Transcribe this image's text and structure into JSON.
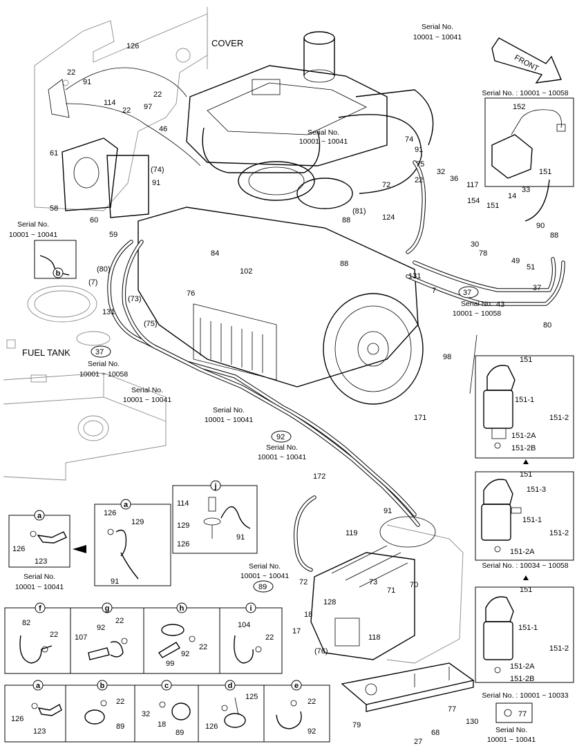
{
  "labels": {
    "cover": "COVER",
    "front": "FRONT",
    "fuel_tank": "FUEL TANK"
  },
  "serials": {
    "s_top": [
      "Serial No.",
      "10001 ~ 10041"
    ],
    "s_engine": [
      "Serial No.",
      "10001 ~ 10041"
    ],
    "s_right_top": "Serial No. : 10001 ~ 10058",
    "s_left_b": [
      "Serial No.",
      "10001 ~ 10041"
    ],
    "s_37_left": [
      "Serial No.",
      "10001 ~ 10058"
    ],
    "s_e": [
      "Serial No.",
      "10001 ~ 10041"
    ],
    "s_g": [
      "Serial No.",
      "10001 ~ 10041"
    ],
    "s_92": [
      "Serial No.",
      "10001 ~ 10041"
    ],
    "s_37_right": [
      "Serial No.",
      "10001 ~ 10058"
    ],
    "s_89": [
      "Serial No.",
      "10001 ~ 10041"
    ],
    "s_clip_a": [
      "Serial No.",
      "10001 ~ 10041"
    ],
    "s_filter_mid": "Serial No. : 10034 ~ 10058",
    "s_filter_bot": "Serial No. : 10001 ~ 10033",
    "s_77": [
      "Serial No.",
      "10001 ~ 10041"
    ]
  },
  "oval_refs": {
    "r37_left": "37",
    "r37_right": "37",
    "r92": "92",
    "r89": "89"
  },
  "part_numbers": {
    "main": [
      "126",
      "22",
      "91",
      "114",
      "22",
      "97",
      "46",
      "22",
      "61",
      "58",
      "60",
      "59",
      "(74)",
      "91",
      "(80)",
      "(7)",
      "(73)",
      "(75)",
      "131",
      "76",
      "84",
      "102",
      "88",
      "88",
      "(81)",
      "124",
      "72",
      "74",
      "91",
      "75",
      "22",
      "117",
      "32",
      "36",
      "33",
      "14",
      "154",
      "151",
      "90",
      "88",
      "30",
      "78",
      "49",
      "51",
      "43",
      "131",
      "7",
      "37",
      "80",
      "98",
      "171",
      "172",
      "119",
      "73",
      "71",
      "70",
      "72",
      "128",
      "118",
      "17",
      "18",
      "(76)",
      "79",
      "27",
      "68",
      "130",
      "77",
      "91"
    ],
    "j_detail": [
      "114",
      "129",
      "91",
      "126"
    ],
    "a_detail": [
      "126",
      "129",
      "91"
    ],
    "a_left": [
      "126",
      "123"
    ],
    "sensor": [
      "152",
      "151"
    ],
    "filter_top": [
      "151",
      "151-1",
      "151-2",
      "151-2A",
      "151-2B"
    ],
    "filter_mid": [
      "151",
      "151-3",
      "151-1",
      "151-2",
      "151-2A"
    ],
    "filter_bot": [
      "151",
      "151-1",
      "151-2",
      "151-2A",
      "151-2B"
    ],
    "clip_77": "77"
  },
  "clamp_row1": [
    {
      "letter": "f",
      "parts": [
        "82",
        "22"
      ]
    },
    {
      "letter": "g",
      "parts": [
        "107",
        "92",
        "22"
      ]
    },
    {
      "letter": "h",
      "parts": [
        "99",
        "92",
        "22"
      ]
    },
    {
      "letter": "i",
      "parts": [
        "104",
        "22"
      ]
    }
  ],
  "clamp_row2": [
    {
      "letter": "a",
      "parts": [
        "126",
        "123"
      ]
    },
    {
      "letter": "b",
      "parts": [
        "22",
        "89"
      ]
    },
    {
      "letter": "c",
      "parts": [
        "32",
        "18",
        "89"
      ]
    },
    {
      "letter": "d",
      "parts": [
        "126",
        "125"
      ]
    },
    {
      "letter": "e",
      "parts": [
        "22",
        "92"
      ]
    }
  ],
  "badges": {
    "j_box": "j",
    "a_box": "a",
    "a_left": "a",
    "b_small": "b",
    "b_ser": "b"
  }
}
